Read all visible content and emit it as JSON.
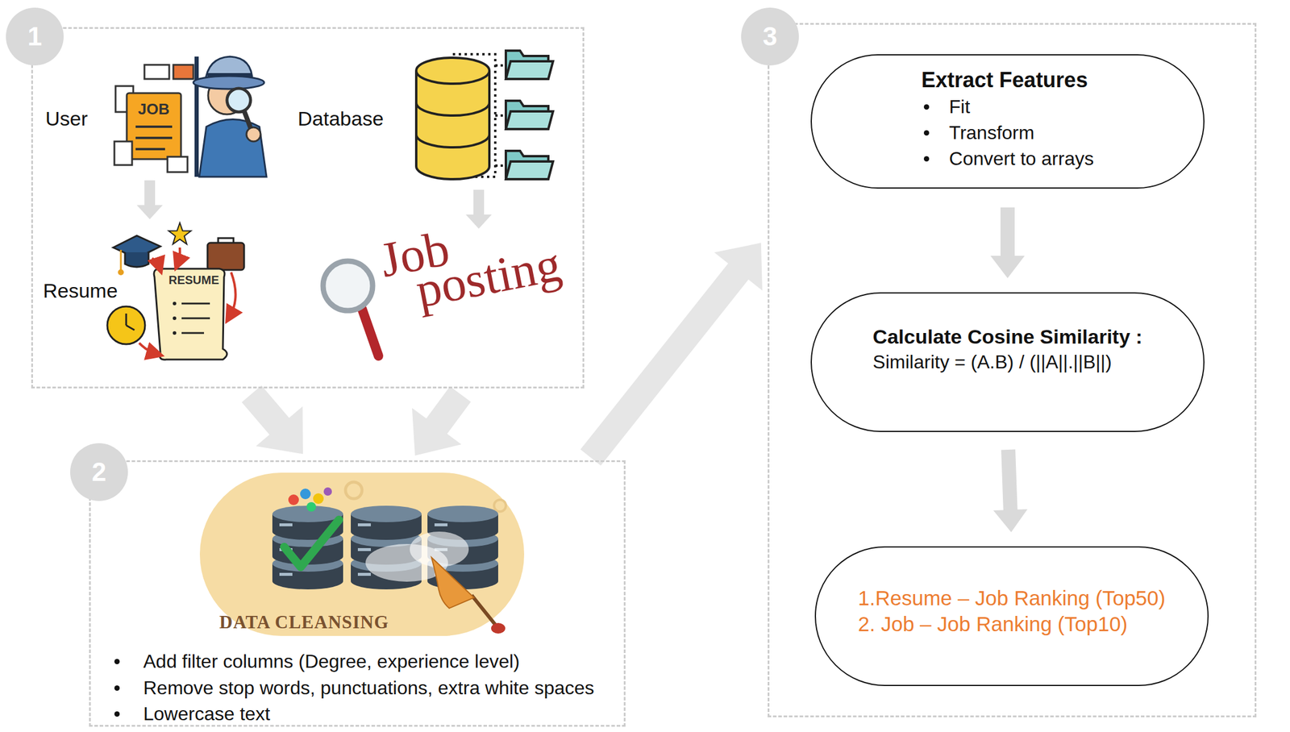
{
  "diagram": {
    "nodes": [
      {
        "text": [
          "1",
          "User",
          "Database",
          "Resume",
          "Job posting"
        ]
      },
      {
        "text": [
          "2",
          "Add filter columns (Degree, experience level)",
          "Remove stop words, punctuations, extra white spaces",
          "Lowercase text"
        ]
      },
      {
        "text": [
          "3"
        ]
      },
      {
        "text": [
          "Extract Features",
          "Fit",
          "Transform",
          "Convert to arrays"
        ],
        "in": 2
      },
      {
        "text": [
          "Calculate Cosine Similarity :",
          "Similarity = (A.B) / (||A||.||B||)"
        ],
        "in": 2
      },
      {
        "text": [
          "1.Resume – Job Ranking (Top50)",
          "2. Job – Job Ranking (Top10)"
        ],
        "in": 2
      }
    ],
    "edges": [
      {
        "from": 0,
        "to": 1,
        "arrow": "to"
      },
      {
        "from": 0,
        "to": 1,
        "arrow": "to"
      },
      {
        "from": 1,
        "to": 2,
        "arrow": "to"
      },
      {
        "from": 3,
        "to": 4,
        "arrow": "to"
      },
      {
        "from": 4,
        "to": 5,
        "arrow": "to"
      }
    ],
    "labels": [
      "JOB",
      "RESUME",
      "DATA CLEANSING"
    ]
  }
}
